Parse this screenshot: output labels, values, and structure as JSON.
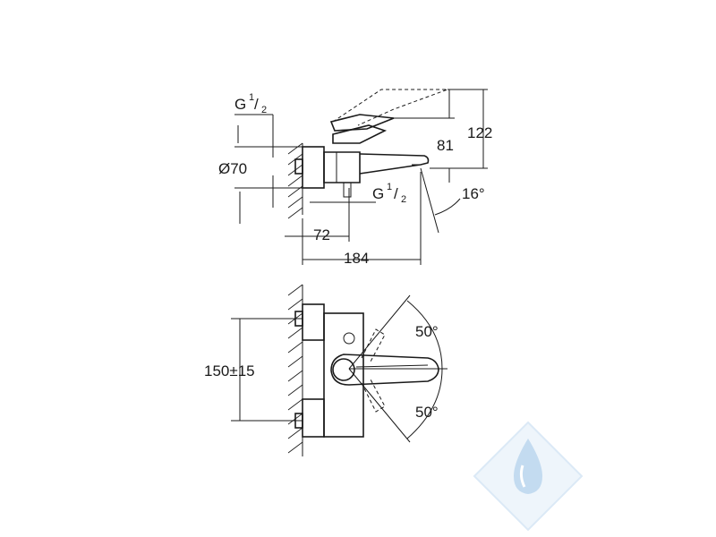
{
  "header_watermark": "",
  "side_view": {
    "thread_top": {
      "main": "G",
      "num": "1",
      "slash": "/",
      "den": "2"
    },
    "thread_bottom": {
      "main": "G",
      "num": "1",
      "slash": "/",
      "den": "2"
    },
    "diameter": "Ø70",
    "dim_122": "122",
    "dim_81": "81",
    "dim_72": "72",
    "dim_184": "184",
    "angle_16": "16°"
  },
  "top_view": {
    "dim_150": "150±15",
    "angle_upper": "50°",
    "angle_lower": "50°"
  },
  "colors": {
    "line": "#1a1a1a",
    "logo_light": "#dbe9f6",
    "logo_mid": "#c3dbf0"
  },
  "logo": {
    "icon": "water-drop-diamond-icon"
  }
}
